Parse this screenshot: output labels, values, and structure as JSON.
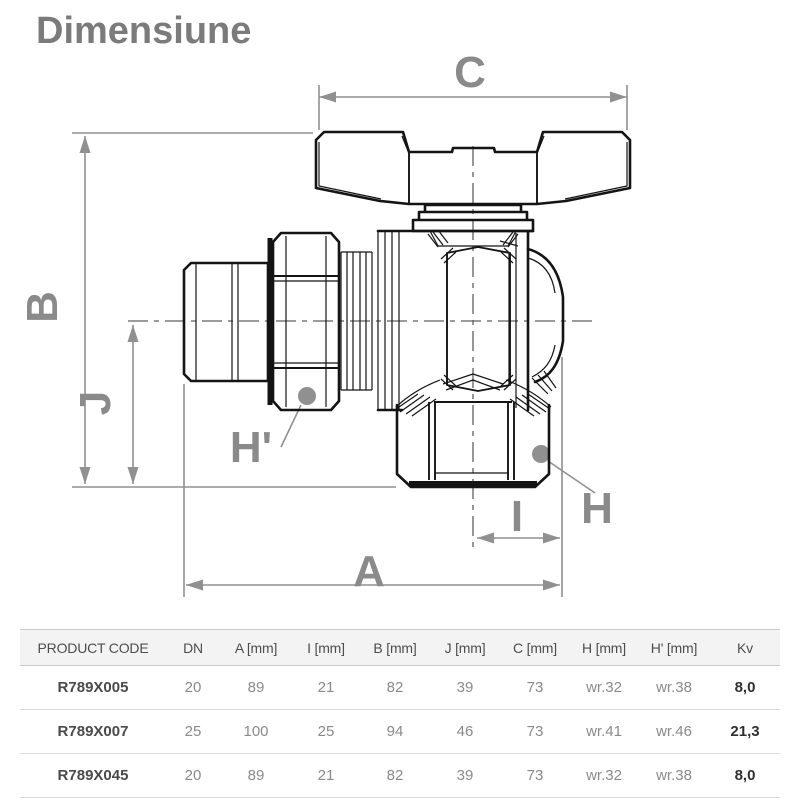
{
  "title": "Dimensiune",
  "drawing": {
    "description": "angle-valve-technical-drawing",
    "labels": {
      "c": "C",
      "b": "B",
      "j": "J",
      "a": "A",
      "i": "I",
      "h": "H",
      "h_prime": "H'"
    }
  },
  "table": {
    "headers": [
      "PRODUCT CODE",
      "DN",
      "A [mm]",
      "I [mm]",
      "B [mm]",
      "J [mm]",
      "C [mm]",
      "H [mm]",
      "H' [mm]",
      "Kv"
    ],
    "rows": [
      [
        "R789X005",
        "20",
        "89",
        "21",
        "82",
        "39",
        "73",
        "wr.32",
        "wr.38",
        "8,0"
      ],
      [
        "R789X007",
        "25",
        "100",
        "25",
        "94",
        "46",
        "73",
        "wr.41",
        "wr.46",
        "21,3"
      ],
      [
        "R789X045",
        "20",
        "89",
        "21",
        "82",
        "39",
        "73",
        "wr.32",
        "wr.38",
        "8,0"
      ]
    ]
  },
  "colors": {
    "title_gray": "#7b7b7b",
    "dimension_gray": "#8a8a8a",
    "line_black": "#141414",
    "header_bg": "#f3f3f3",
    "table_border": "#c9c9c9"
  }
}
